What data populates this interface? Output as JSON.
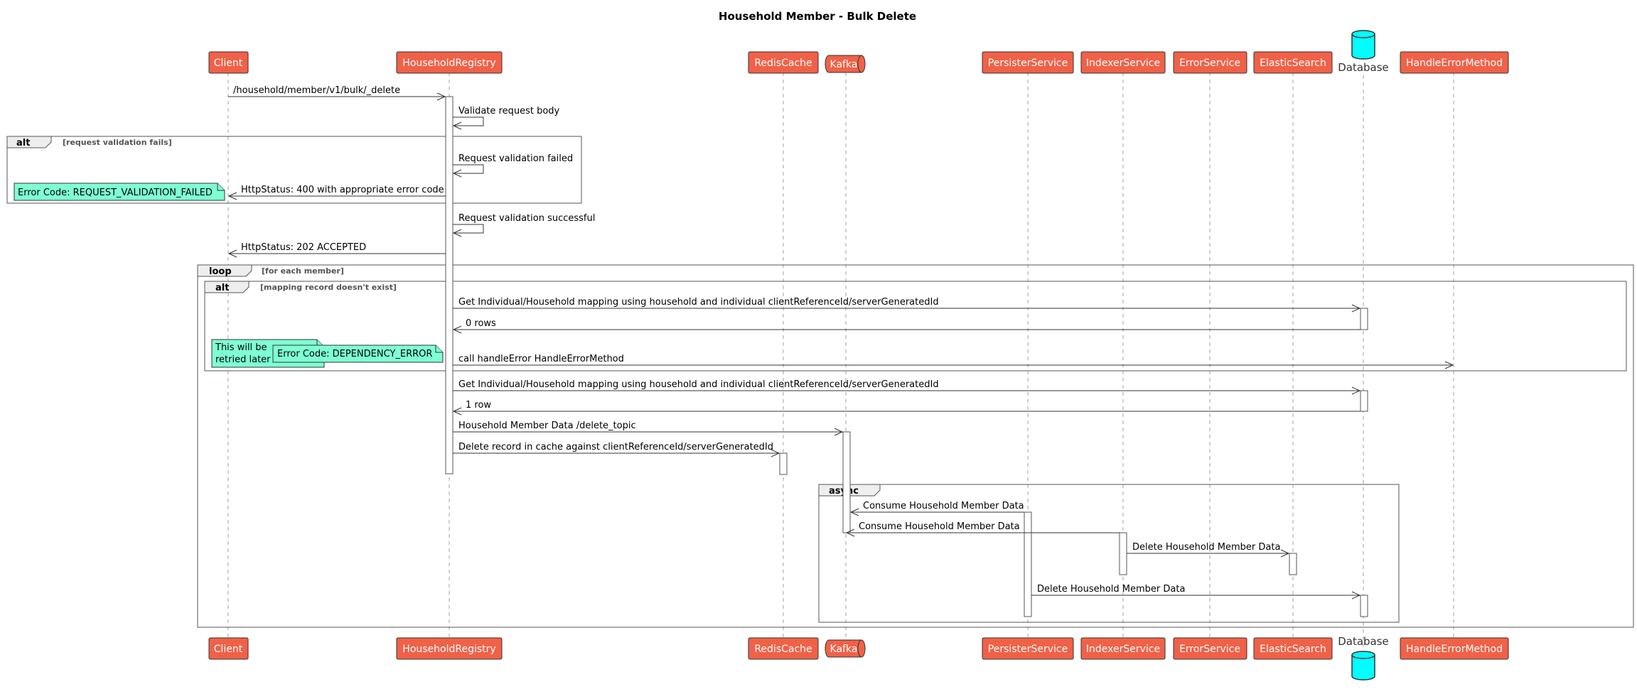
{
  "title": "Household Member - Bulk Delete",
  "participants": [
    {
      "id": "client",
      "label": "Client",
      "kind": "box"
    },
    {
      "id": "registry",
      "label": "HouseholdRegistry",
      "kind": "box"
    },
    {
      "id": "redis",
      "label": "RedisCache",
      "kind": "box"
    },
    {
      "id": "kafka",
      "label": "Kafka",
      "kind": "queue"
    },
    {
      "id": "persister",
      "label": "PersisterService",
      "kind": "box"
    },
    {
      "id": "indexer",
      "label": "IndexerService",
      "kind": "box"
    },
    {
      "id": "error",
      "label": "ErrorService",
      "kind": "box"
    },
    {
      "id": "elastic",
      "label": "ElasticSearch",
      "kind": "box"
    },
    {
      "id": "database",
      "label": "Database",
      "kind": "database"
    },
    {
      "id": "handler",
      "label": "HandleErrorMethod",
      "kind": "box"
    }
  ],
  "messages": [
    {
      "from": "client",
      "to": "registry",
      "label": "/household/member/v1/bulk/_delete"
    },
    {
      "from": "registry",
      "to": "registry",
      "label": "Validate request body"
    },
    {
      "from": "registry",
      "to": "registry",
      "label": "Request validation failed"
    },
    {
      "from": "registry",
      "to": "client",
      "label": "HttpStatus: 400 with appropriate error code"
    },
    {
      "from": "registry",
      "to": "registry",
      "label": "Request validation successful"
    },
    {
      "from": "registry",
      "to": "client",
      "label": "HttpStatus: 202 ACCEPTED"
    },
    {
      "from": "registry",
      "to": "database",
      "label": "Get Individual/Household mapping using household and individual clientReferenceId/serverGeneratedId"
    },
    {
      "from": "database",
      "to": "registry",
      "label": "0 rows"
    },
    {
      "from": "registry",
      "to": "handler",
      "label": "call handleError HandleErrorMethod"
    },
    {
      "from": "registry",
      "to": "database",
      "label": "Get Individual/Household mapping using household and individual clientReferenceId/serverGeneratedId"
    },
    {
      "from": "database",
      "to": "registry",
      "label": "1 row"
    },
    {
      "from": "registry",
      "to": "kafka",
      "label": "Household Member Data /delete_topic"
    },
    {
      "from": "registry",
      "to": "redis",
      "label": "Delete record in cache against clientReferenceId/serverGeneratedId"
    },
    {
      "from": "persister",
      "to": "kafka",
      "label": "Consume Household Member Data"
    },
    {
      "from": "indexer",
      "to": "kafka",
      "label": "Consume Household Member Data"
    },
    {
      "from": "indexer",
      "to": "elastic",
      "label": "Delete Household Member Data"
    },
    {
      "from": "persister",
      "to": "database",
      "label": "Delete Household Member Data"
    }
  ],
  "fragments": [
    {
      "kind": "alt",
      "guard": "[request validation fails]"
    },
    {
      "kind": "loop",
      "guard": "[for each member]"
    },
    {
      "kind": "alt",
      "guard": "[mapping record doesn't exist]"
    },
    {
      "kind": "async",
      "guard": ""
    }
  ],
  "notes": [
    {
      "lines": [
        "Error Code: REQUEST_VALIDATION_FAILED"
      ]
    },
    {
      "lines": [
        "This will be",
        "retried later"
      ]
    },
    {
      "lines": [
        "Error Code: DEPENDENCY_ERROR"
      ]
    }
  ],
  "colors": {
    "participant_fill": "#f06148",
    "database_fill": "#00ffff",
    "note_fill": "#7fffd4"
  }
}
